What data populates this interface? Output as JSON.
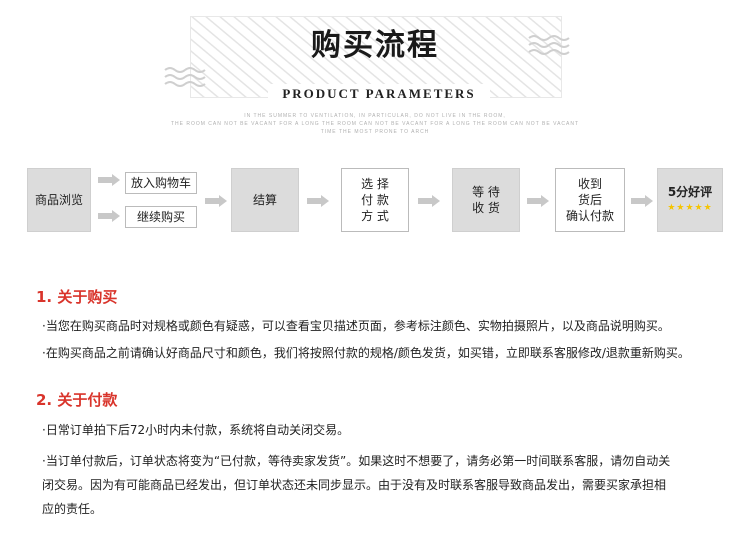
{
  "header": {
    "title": "购买流程",
    "subtitle": "PRODUCT PARAMETERS",
    "tiny_lines": [
      "IN THE SUMMER TO VENTILATION, IN PARTICULAR, DO NOT LIVE IN THE ROOM,",
      "THE ROOM CAN NOT BE VACANT FOR A LONG THE ROOM CAN NOT BE VACANT FOR A LONG THE ROOM CAN NOT BE VACANT",
      "TIME THE MOST PRONE TO ARCH"
    ]
  },
  "flow": {
    "browse": "商品浏览",
    "add_cart": "放入购物车",
    "continue_buy": "继续购买",
    "checkout": "结算",
    "pay_method": [
      "选 择",
      "付 款",
      "方 式"
    ],
    "wait": [
      "等 待",
      "收 货"
    ],
    "confirm": [
      "收到",
      "货后",
      "确认付款"
    ],
    "review": "5分好评",
    "stars": "★★★★★"
  },
  "sections": [
    {
      "title": "1. 关于购买",
      "paras": [
        "·当您在购买商品时对规格或颜色有疑惑，可以查看宝贝描述页面，参考标注颜色、实物拍摄照片，以及商品说明购买。",
        "·在购买商品之前请确认好商品尺寸和颜色，我们将按照付款的规格/颜色发货，如买错，立即联系客服修改/退款重新购买。"
      ]
    },
    {
      "title": "2. 关于付款",
      "paras": [
        "·日常订单拍下后72小时内未付款，系统将自动关闭交易。",
        "·当订单付款后，订单状态将变为“已付款，等待卖家发货”。如果这时不想要了，请务必第一时间联系客服，请勿自动关",
        "闭交易。因为有可能商品已经发出，但订单状态还未同步显示。由于没有及时联系客服导致商品发出，需要买家承担相",
        "应的责任。"
      ]
    }
  ],
  "colors": {
    "accent": "#d9342b",
    "step_gray": "#dcdcdc",
    "arrow": "#c8c8c8",
    "stars": "#f5c400"
  }
}
